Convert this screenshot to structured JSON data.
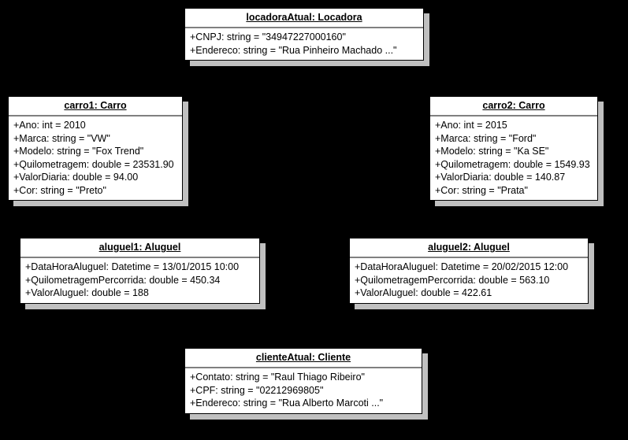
{
  "diagram": {
    "kind": "uml-object-diagram",
    "title": "",
    "background_color": "#000000",
    "box_fill_color": "#ffffff",
    "box_border_color": "#000000",
    "shadow_color": "#c0c0c0",
    "divider_color": "#808080",
    "text_color": "#000000",
    "objects": [
      {
        "id": "locadoraAtual",
        "title": "locadoraAtual: Locadora",
        "attributes": [
          "+CNPJ: string = \"34947227000160\"",
          "+Endereco: string = \"Rua Pinheiro Machado ...\""
        ]
      },
      {
        "id": "carro1",
        "title": "carro1: Carro",
        "attributes": [
          "+Ano: int = 2010",
          "+Marca: string = \"VW\"",
          "+Modelo: string = \"Fox Trend\"",
          "+Quilometragem: double = 23531.90",
          "+ValorDiaria: double = 94.00",
          "+Cor: string = \"Preto\""
        ]
      },
      {
        "id": "carro2",
        "title": "carro2: Carro",
        "attributes": [
          "+Ano: int = 2015",
          "+Marca: string = \"Ford\"",
          "+Modelo: string = \"Ka SE\"",
          "+Quilometragem: double = 1549.93",
          "+ValorDiaria: double = 140.87",
          "+Cor: string = \"Prata\""
        ]
      },
      {
        "id": "aluguel1",
        "title": "aluguel1: Aluguel",
        "attributes": [
          "+DataHoraAluguel: Datetime = 13/01/2015 10:00",
          "+QuilometragemPercorrida: double = 450.34",
          "+ValorAluguel: double = 188"
        ]
      },
      {
        "id": "aluguel2",
        "title": "aluguel2: Aluguel",
        "attributes": [
          "+DataHoraAluguel: Datetime = 20/02/2015 12:00",
          "+QuilometragemPercorrida: double = 563.10",
          "+ValorAluguel: double = 422.61"
        ]
      },
      {
        "id": "clienteAtual",
        "title": "clienteAtual: Cliente",
        "attributes": [
          "+Contato: string = \"Raul Thiago Ribeiro\"",
          "+CPF: string = \"02212969805\"",
          "+Endereco: string = \"Rua Alberto Marcoti ...\""
        ]
      }
    ],
    "links": [
      {
        "from": "locadoraAtual",
        "to": "carro1"
      },
      {
        "from": "locadoraAtual",
        "to": "aluguel1"
      },
      {
        "from": "locadoraAtual",
        "to": "aluguel2"
      },
      {
        "from": "locadoraAtual",
        "to": "carro2"
      },
      {
        "from": "carro1",
        "to": "aluguel1"
      },
      {
        "from": "carro2",
        "to": "aluguel2"
      },
      {
        "from": "aluguel1",
        "to": "clienteAtual"
      },
      {
        "from": "aluguel2",
        "to": "clienteAtual"
      }
    ]
  }
}
